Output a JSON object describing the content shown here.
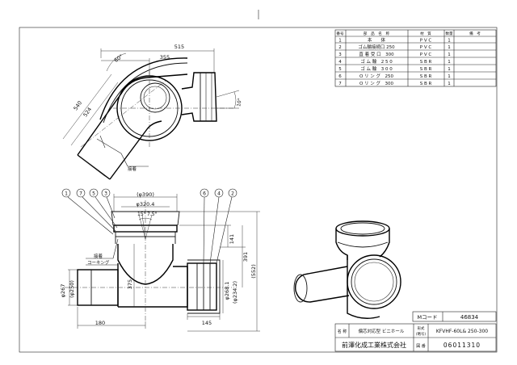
{
  "parts_table": {
    "headers": [
      "番号",
      "部　品　名　称",
      "材　質",
      "数量",
      "備　考"
    ],
    "rows": [
      {
        "no": "1",
        "name": "本　　体",
        "material": "P V C",
        "qty": "1",
        "note": ""
      },
      {
        "no": "2",
        "name": "ゴム輪接続口 250",
        "material": "P V C",
        "qty": "1",
        "note": ""
      },
      {
        "no": "3",
        "name": "直 着 受 口　300",
        "material": "P V C",
        "qty": "1",
        "note": ""
      },
      {
        "no": "4",
        "name": "ゴ ム 輪　2 5 0",
        "material": "S B R",
        "qty": "1",
        "note": ""
      },
      {
        "no": "5",
        "name": "ゴ ム 輪　3 0 0",
        "material": "S B R",
        "qty": "1",
        "note": ""
      },
      {
        "no": "6",
        "name": "O リ ン グ　250",
        "material": "S B R",
        "qty": "1",
        "note": ""
      },
      {
        "no": "7",
        "name": "O リ ン グ　300",
        "material": "S B R",
        "qty": "1",
        "note": ""
      }
    ]
  },
  "top_view": {
    "dims": {
      "d515": "515",
      "d355": "355",
      "d540": "540",
      "d524": "524",
      "a60": "60°",
      "a10": "10°"
    },
    "label_sleeve": "接着"
  },
  "front_view": {
    "balloons": [
      "1",
      "7",
      "5",
      "3",
      "6",
      "4",
      "2"
    ],
    "dims": {
      "d390": "(φ390)",
      "d3204": "φ320.4",
      "a15": "15°",
      "a75": "7.5°",
      "d141": "141",
      "d391": "391",
      "d552": "(552)",
      "d375": "375",
      "d267": "φ267",
      "d250": "(φ250)",
      "d2681": "φ268.1",
      "d2342": "(φ234.2)",
      "d180": "180",
      "d145": "145"
    },
    "label_adhesive": "接着",
    "label_caulking": "コーキング"
  },
  "title_block": {
    "code_label": "Mコード",
    "code_value": "46834",
    "name_label": "名 称",
    "name_value": "偏芯対応型 ビニホール",
    "model_label": "形式 (略号)",
    "model_value": "KFVHF-60L& 250-300",
    "company": "前澤化成工業株式会社",
    "doc_label": "図 番",
    "doc_value": "06011310"
  },
  "colors": {
    "line": "#111111",
    "paper": "#ffffff"
  }
}
